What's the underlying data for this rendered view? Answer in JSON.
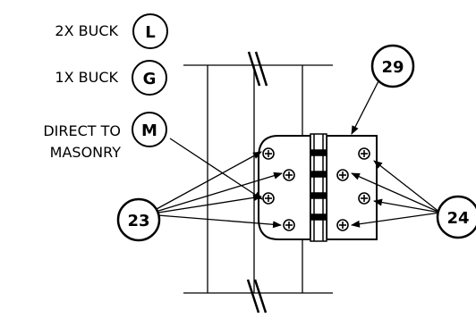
{
  "legend": [
    {
      "text": "2X BUCK",
      "letter": "L"
    },
    {
      "text": "1X BUCK",
      "letter": "G"
    },
    {
      "text_line1": "DIRECT TO",
      "text_line2": "MASONRY",
      "letter": "M"
    }
  ],
  "callouts": {
    "hinge": "29",
    "frame_screws": "23",
    "door_screws": "24"
  }
}
